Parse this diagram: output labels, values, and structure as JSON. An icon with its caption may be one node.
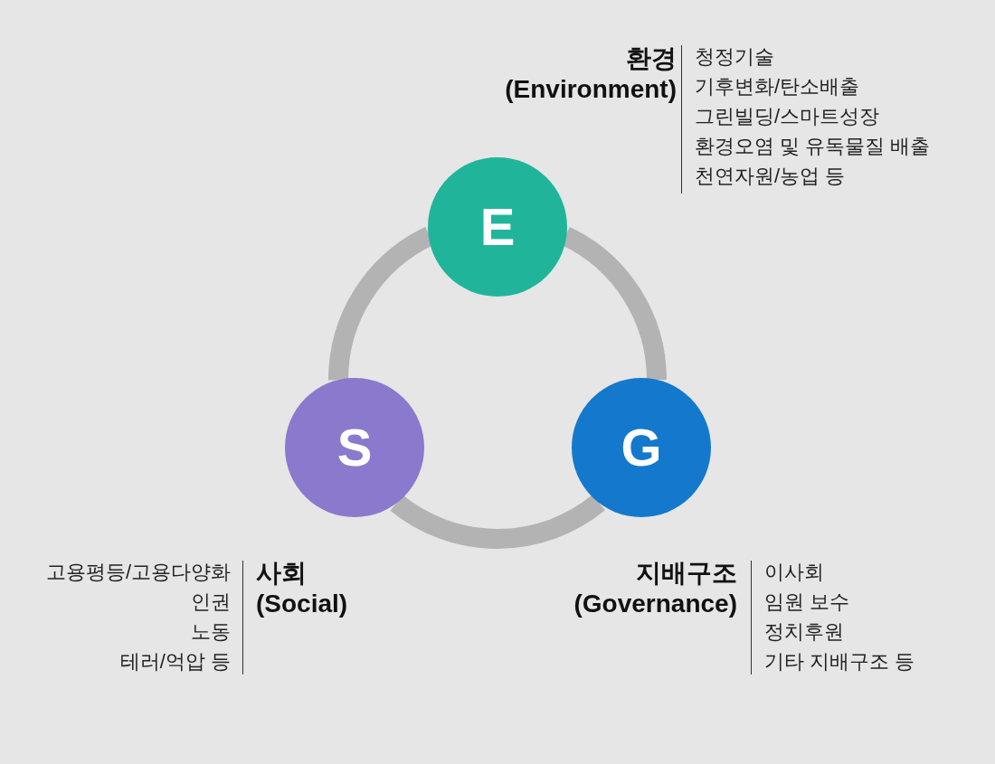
{
  "diagram": {
    "nodes": [
      {
        "text": [
          "E"
        ],
        "beside": [
          "환경 (Environment)",
          "청정기술",
          "기후변화/탄소배출",
          "그린빌딩/스마트성장",
          "환경오염 및 유독물질 배출",
          "천연자원/농업 등"
        ]
      },
      {
        "text": [
          "S"
        ],
        "beside": [
          "사회 (Social)",
          "고용평등/고용다양화",
          "인권",
          "노동",
          "테러/억압 등"
        ]
      },
      {
        "text": [
          "G"
        ],
        "beside": [
          "지배구조 (Governance)",
          "이사회",
          "임원 보수",
          "정치후원",
          "기타 지배구조 등"
        ]
      }
    ],
    "edges": [
      {
        "from": 0,
        "to": 2,
        "arrow": "none"
      },
      {
        "from": 2,
        "to": 1,
        "arrow": "none"
      },
      {
        "from": 1,
        "to": 0,
        "arrow": "none"
      }
    ]
  }
}
